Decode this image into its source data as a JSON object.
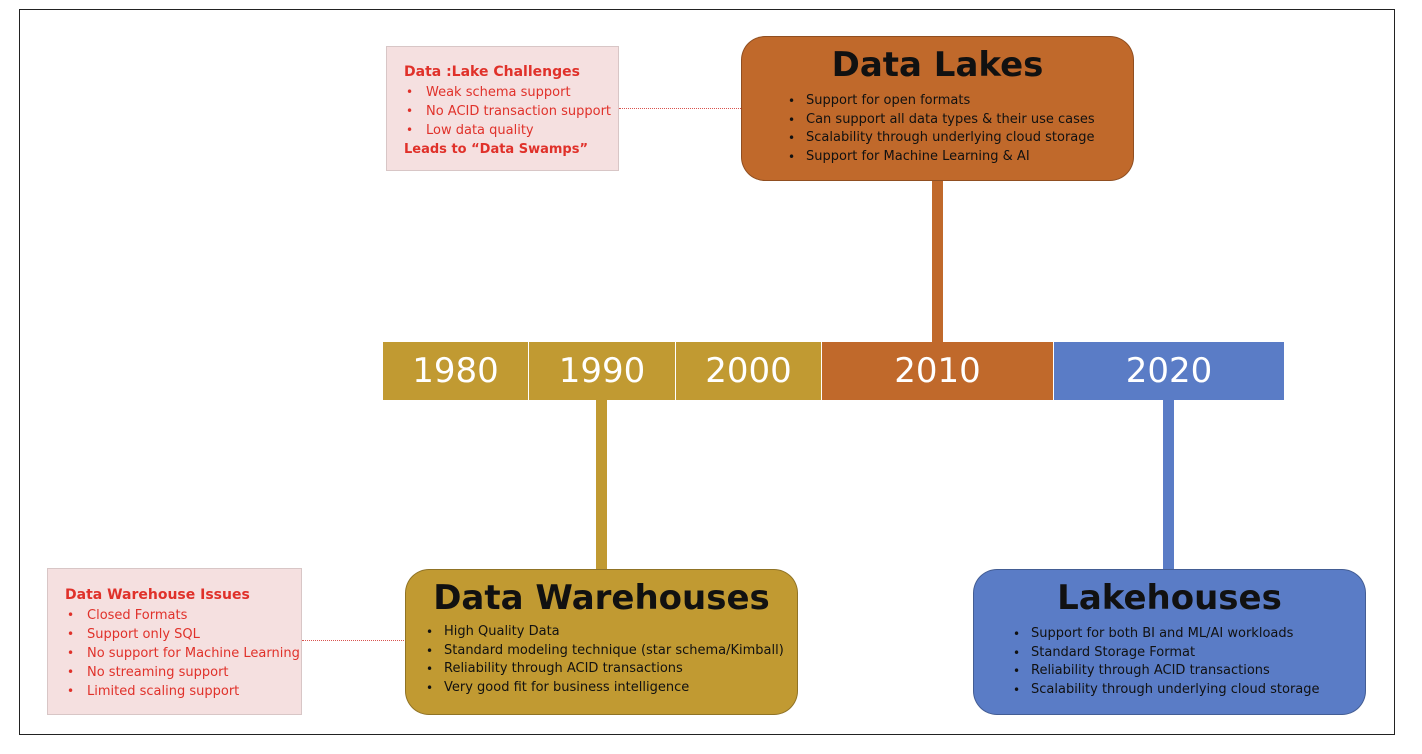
{
  "colors": {
    "gold": "#c19a32",
    "orange": "#c0692b",
    "blue": "#5a7cc6",
    "note_bg": "#f5e0e0",
    "note_text": "#e0312a"
  },
  "timeline": {
    "years": [
      "1980",
      "1990",
      "2000",
      "2010",
      "2020"
    ]
  },
  "data_lakes": {
    "title": "Data Lakes",
    "items": [
      "Support for open formats",
      "Can support all data types & their use cases",
      "Scalability through underlying cloud storage",
      "Support for Machine Learning & AI"
    ]
  },
  "data_warehouses": {
    "title": "Data Warehouses",
    "items": [
      "High Quality Data",
      "Standard modeling technique (star schema/Kimball)",
      "Reliability through ACID transactions",
      "Very good fit for business intelligence"
    ]
  },
  "lakehouses": {
    "title": "Lakehouses",
    "items": [
      "Support for both BI and ML/AI workloads",
      "Standard Storage Format",
      "Reliability through ACID transactions",
      "Scalability through underlying cloud storage"
    ]
  },
  "lake_challenges": {
    "title": "Data :Lake Challenges",
    "items": [
      "Weak schema support",
      "No ACID transaction support",
      "Low data quality"
    ],
    "footer": "Leads to “Data Swamps”"
  },
  "warehouse_issues": {
    "title": "Data Warehouse Issues",
    "items": [
      "Closed Formats",
      "Support only SQL",
      "No support for Machine Learning",
      "No streaming support",
      "Limited scaling support"
    ]
  }
}
